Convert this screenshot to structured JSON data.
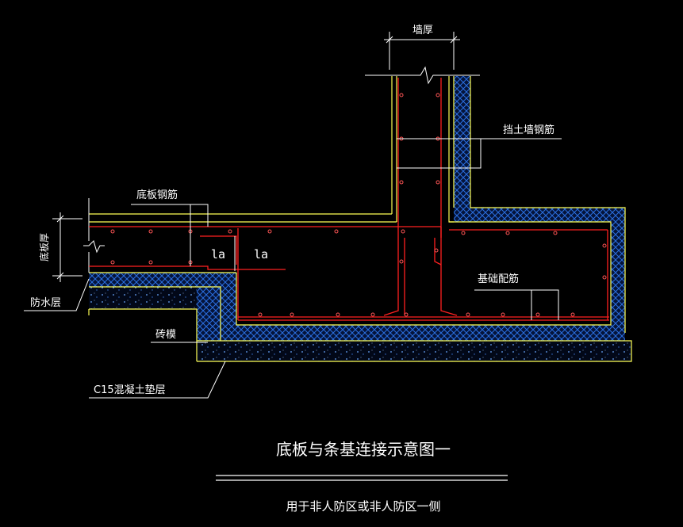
{
  "labels": {
    "wall_thickness": "墙厚",
    "retaining_wall_rebar": "挡土墙钢筋",
    "slab_rebar": "底板钢筋",
    "slab_thickness": "底板厚",
    "anchorage_left": "la",
    "anchorage_right": "la",
    "foundation_rebar": "基础配筋",
    "waterproof_layer": "防水层",
    "brick_formwork": "砖模",
    "c15_bedding": "C15混凝土垫层"
  },
  "title": "底板与条基连接示意图一",
  "subtitle": "用于非人防区或非人防区一侧",
  "colors": {
    "background": "#000000",
    "rebar": "#ff2020",
    "outline": "#ffff55",
    "waterproof": "#1e90ff",
    "hatch": "#2a6fe0",
    "leader": "#ffffff",
    "concrete_dot": "#6aa8ff"
  }
}
